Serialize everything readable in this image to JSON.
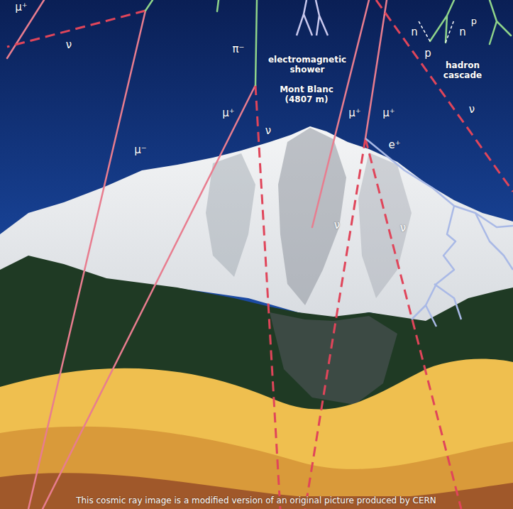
{
  "diagram": {
    "labels": [
      "μ⁺",
      "ν",
      "π⁻",
      "electromagnetic shower",
      "n",
      "n",
      "p",
      "p",
      "hadron cascade",
      "μ⁺",
      "μ⁺",
      "ν",
      "Mont Blanc (4807 m)",
      "μ⁺",
      "μ⁻",
      "ν",
      "e⁺",
      "ν",
      "ν",
      "This cosmic ray image is a modified version of an original picture produced by CERN"
    ]
  }
}
